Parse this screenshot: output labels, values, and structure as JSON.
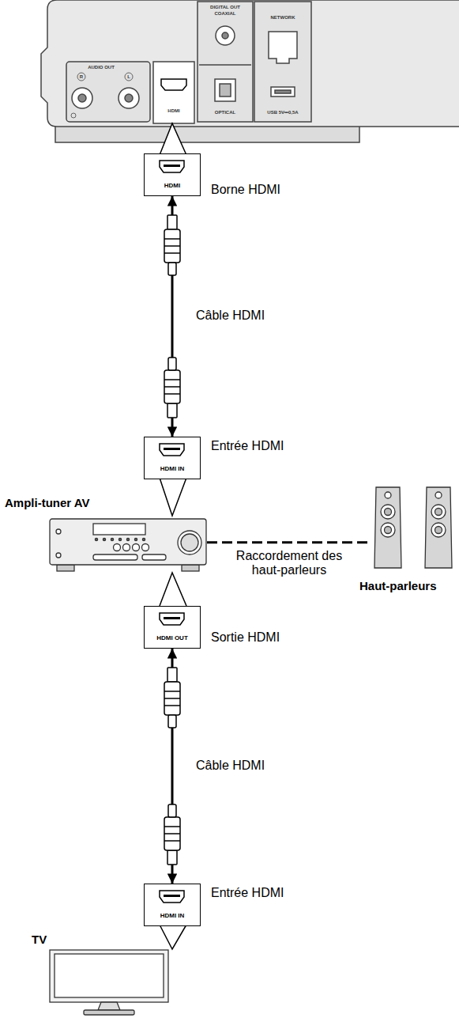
{
  "diagram": {
    "nodes": [
      {
        "text": [
          "HDMI",
          "Borne HDMI"
        ]
      },
      {
        "text": [
          "HDMI IN",
          "Entrée HDMI"
        ]
      },
      {
        "text": [
          "Ampli-tuner AV"
        ]
      },
      {
        "text": [
          "HDMI OUT",
          "Sortie HDMI"
        ]
      },
      {
        "text": [
          "HDMI IN",
          "Entrée HDMI"
        ]
      },
      {
        "text": [
          "TV"
        ]
      },
      {
        "text": [
          "Haut-parleurs"
        ]
      }
    ],
    "edges": [
      {
        "from": 0,
        "to": 1,
        "arrow": "both",
        "label": "Câble HDMI"
      },
      {
        "from": 3,
        "to": 4,
        "arrow": "both",
        "label": "Câble HDMI"
      },
      {
        "from": 2,
        "to": 6,
        "arrow": "none",
        "label": "Raccordement des haut-parleurs"
      }
    ],
    "labels": [
      "AUDIO OUT",
      "R",
      "L",
      "HDMI",
      "DIGITAL OUT",
      "COAXIAL",
      "OPTICAL",
      "NETWORK",
      "USB 5V⎓0,5A"
    ]
  }
}
